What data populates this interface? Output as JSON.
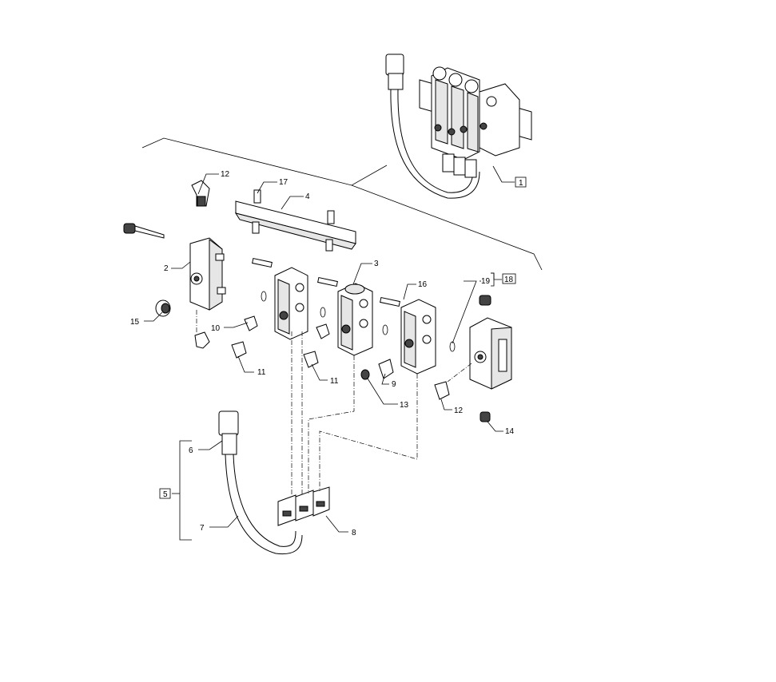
{
  "callouts": {
    "c1": "1",
    "c2": "2",
    "c3": "3",
    "c4": "4",
    "c5": "5",
    "c6": "6",
    "c7": "7",
    "c8": "8",
    "c9": "9",
    "c10": "10",
    "c11a": "11",
    "c11b": "11",
    "c12a": "12",
    "c12b": "12",
    "c13": "13",
    "c14": "14",
    "c15": "15",
    "c16": "16",
    "c17": "17",
    "c18": "18",
    "c19": "19"
  }
}
